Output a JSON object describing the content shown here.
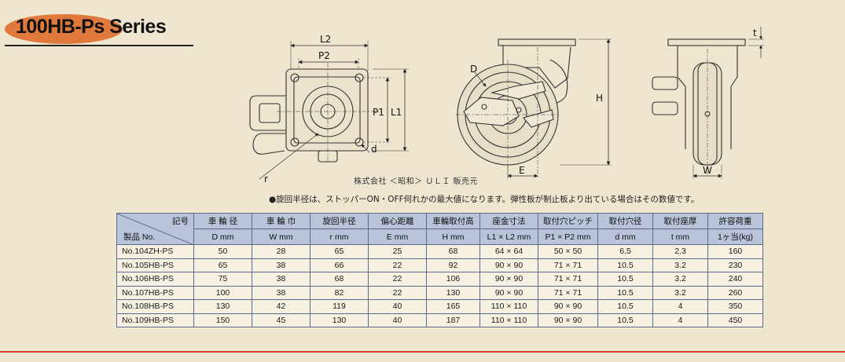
{
  "series_title": "100HB-Ps Series",
  "stamp_text": "株式会社 ＜昭和＞ ＵＬＩ 販売元",
  "note": "●旋回半径は、ストッパーON・OFF何れかの最大値になります。弾性板が制止板より出ている場合はその数値です。",
  "dim_labels": {
    "L2": "L2",
    "P2": "P2",
    "P1": "P1",
    "L1": "L1",
    "r": "r",
    "d": "d",
    "D": "D",
    "H": "H",
    "E": "E",
    "t": "t",
    "W": "W"
  },
  "table": {
    "header_symbol": "記号",
    "header_product": "製品 No.",
    "columns": [
      {
        "name": "車 輪 径",
        "unit": "D mm"
      },
      {
        "name": "車 輪 巾",
        "unit": "W mm"
      },
      {
        "name": "旋回半径",
        "unit": "r mm"
      },
      {
        "name": "偏心距離",
        "unit": "E mm"
      },
      {
        "name": "車輪取付高",
        "unit": "H mm"
      },
      {
        "name": "座金寸法",
        "unit": "L1 × L2 mm"
      },
      {
        "name": "取付穴ピッチ",
        "unit": "P1 × P2 mm"
      },
      {
        "name": "取付穴径",
        "unit": "d mm"
      },
      {
        "name": "取付座厚",
        "unit": "t mm"
      },
      {
        "name": "許容荷重",
        "unit": "1ヶ当(kg)"
      }
    ],
    "rows": [
      [
        "No.104ZH-PS",
        "50",
        "28",
        "65",
        "25",
        "68",
        "64 × 64",
        "50 × 50",
        "6.5",
        "2.3",
        "160"
      ],
      [
        "No.105HB-PS",
        "65",
        "38",
        "66",
        "22",
        "92",
        "90 × 90",
        "71 × 71",
        "10.5",
        "3.2",
        "230"
      ],
      [
        "No.106HB-PS",
        "75",
        "38",
        "68",
        "22",
        "106",
        "90 × 90",
        "71 × 71",
        "10.5",
        "3.2",
        "240"
      ],
      [
        "No.107HB-PS",
        "100",
        "38",
        "82",
        "22",
        "130",
        "90 × 90",
        "71 × 71",
        "10.5",
        "3.2",
        "260"
      ],
      [
        "No.108HB-PS",
        "130",
        "42",
        "119",
        "40",
        "165",
        "110 × 110",
        "90 × 90",
        "10.5",
        "4",
        "350"
      ],
      [
        "No.109HB-PS",
        "150",
        "45",
        "130",
        "40",
        "187",
        "110 × 110",
        "90 × 90",
        "10.5",
        "4",
        "450"
      ]
    ]
  }
}
